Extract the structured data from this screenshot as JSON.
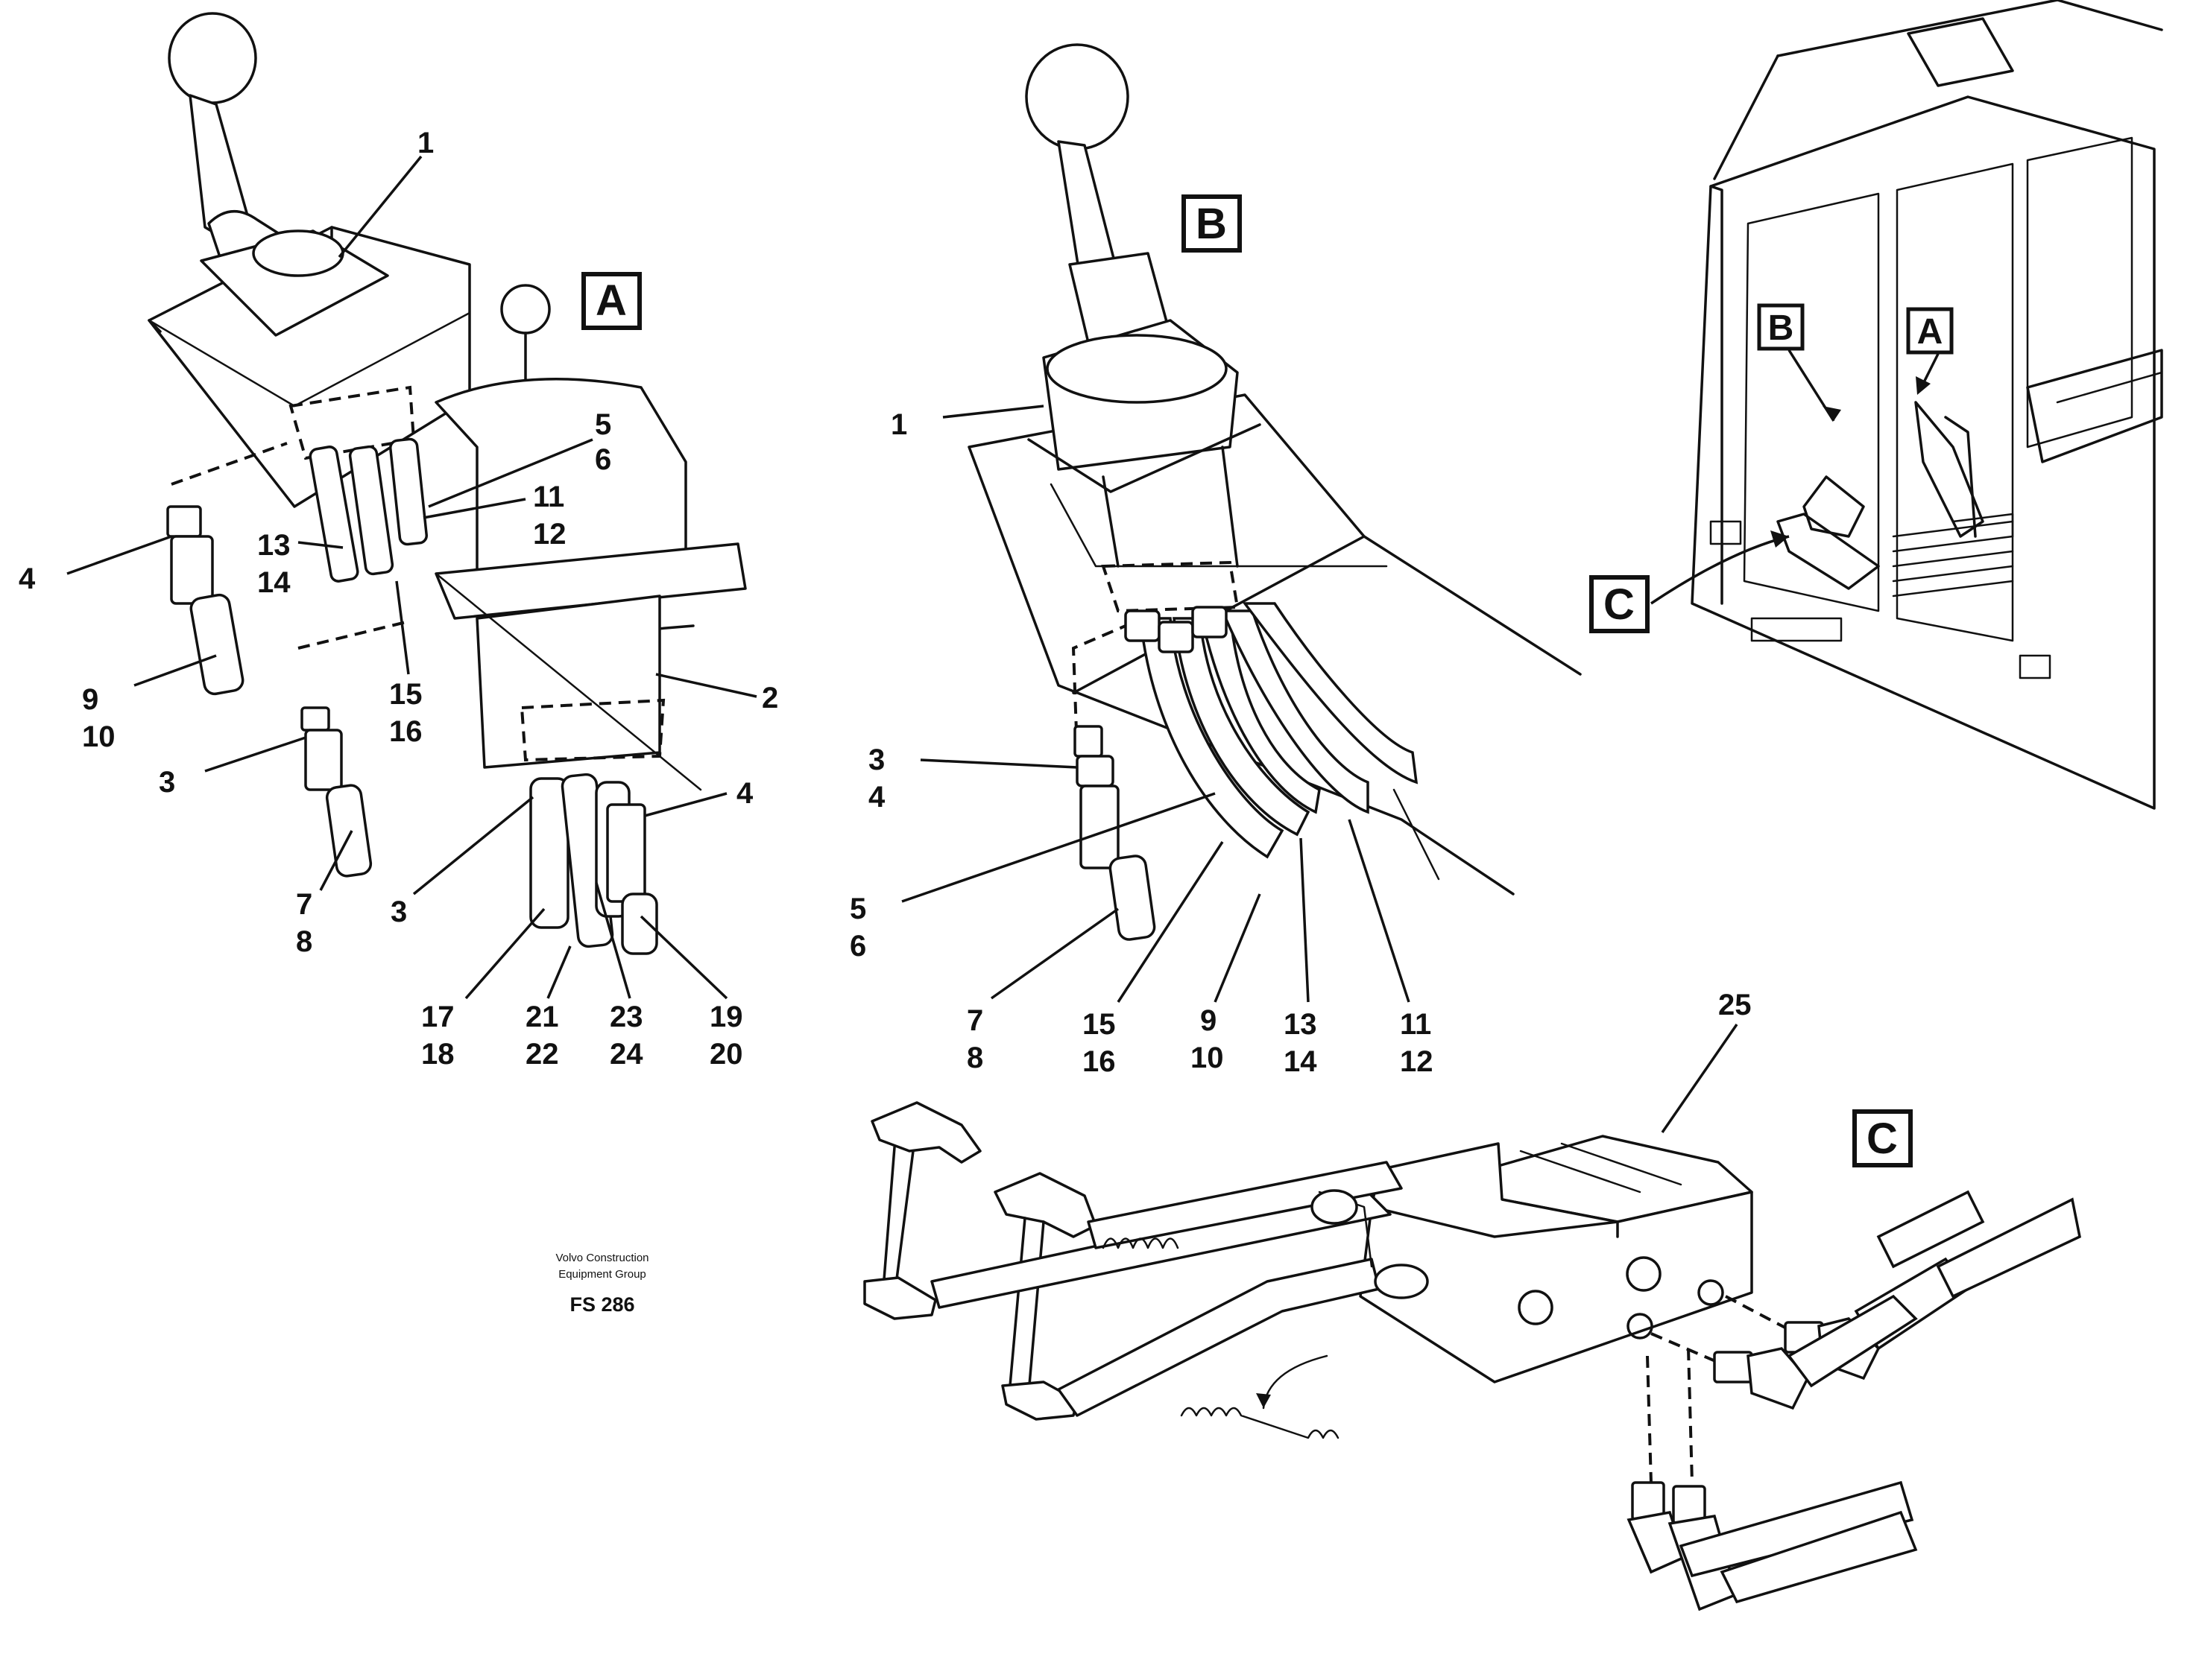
{
  "figure_code": "FS 286",
  "credit_line1": "Volvo Construction",
  "credit_line2": "Equipment Group",
  "view_tags": {
    "a": "A",
    "b": "B",
    "c": "C",
    "cab_a": "A",
    "cab_b": "B",
    "cab_c": "C"
  },
  "labels_a": {
    "l1": "1",
    "l2": "2",
    "l3a": "3",
    "l3b": "3",
    "l4a": "4",
    "l4b": "4",
    "l5": "5",
    "l6": "6",
    "l7": "7",
    "l8": "8",
    "l9": "9",
    "l10": "10",
    "l11": "11",
    "l12": "12",
    "l13": "13",
    "l14": "14",
    "l15": "15",
    "l16": "16",
    "l17": "17",
    "l18": "18",
    "l19": "19",
    "l20": "20",
    "l21": "21",
    "l22": "22",
    "l23": "23",
    "l24": "24"
  },
  "labels_b": {
    "l1": "1",
    "l3": "3",
    "l4": "4",
    "l5": "5",
    "l6": "6",
    "l7": "7",
    "l8": "8",
    "l9": "9",
    "l10": "10",
    "l11": "11",
    "l12": "12",
    "l13": "13",
    "l14": "14",
    "l15": "15",
    "l16": "16"
  },
  "labels_c": {
    "l25": "25"
  }
}
